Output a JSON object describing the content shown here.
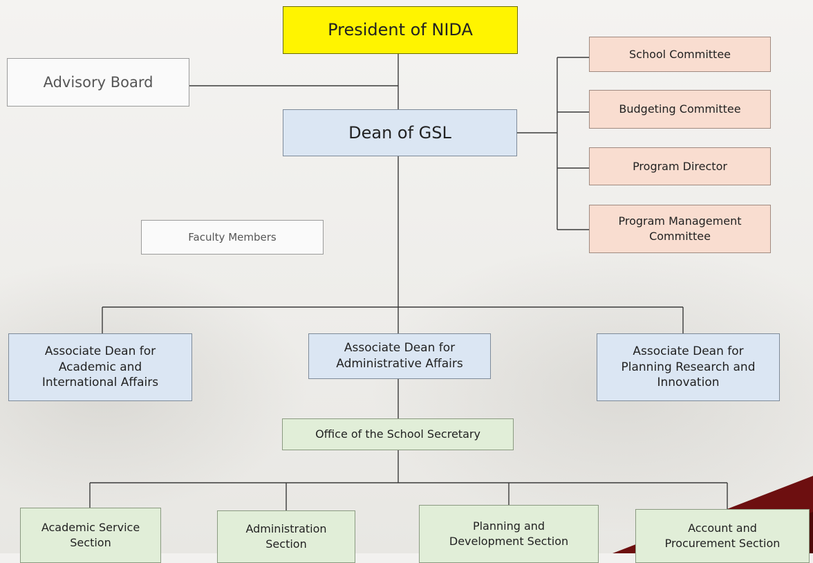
{
  "nodes": {
    "president": "President of NIDA",
    "advisory_board": "Advisory Board",
    "dean": "Dean of GSL",
    "school_committee": "School Committee",
    "budgeting_committee": "Budgeting Committee",
    "program_director": "Program Director",
    "program_management_committee": "Program Management Committee",
    "faculty_members": "Faculty Members",
    "assoc_academic": "Associate Dean for Academic and International Affairs",
    "assoc_admin": "Associate Dean for Administrative Affairs",
    "assoc_planning": "Associate Dean for Planning Research and Innovation",
    "office_secretary": "Office of the School Secretary",
    "academic_service": "Academic Service Section",
    "administration_section": "Administration Section",
    "planning_development": "Planning and Development Section",
    "account_procurement": "Account and Procurement Section"
  },
  "colors": {
    "president_fill": "#fff400",
    "dean_fill": "#dbe6f3",
    "committee_fill": "#f9ddd0",
    "section_fill": "#e1eed8",
    "accent": "#6d0f10"
  }
}
